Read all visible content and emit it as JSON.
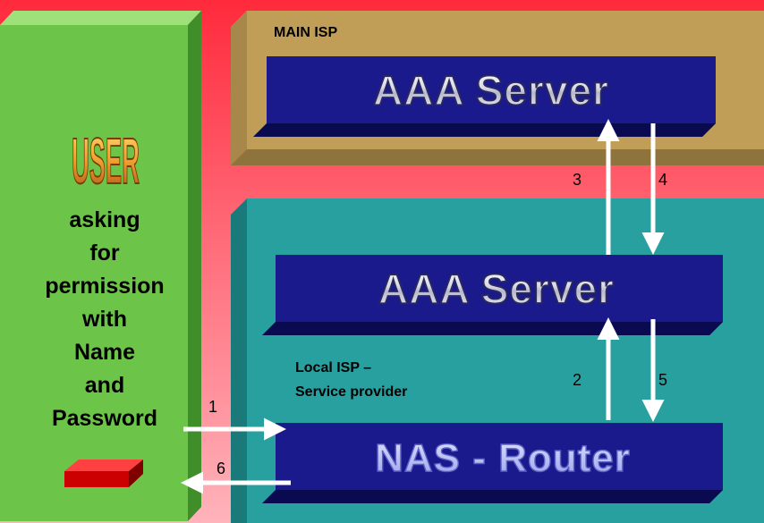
{
  "user_panel": {
    "word_art": "USER",
    "request_lines": [
      "asking",
      "for",
      "permission",
      "with",
      "Name",
      "and",
      "Password"
    ]
  },
  "main_isp": {
    "label": "MAIN ISP",
    "server_title": "AAA Server"
  },
  "local_isp": {
    "label_lines": [
      "Local ISP –",
      "Service provider"
    ],
    "server_title": "AAA Server",
    "router_title": "NAS - Router"
  },
  "flow_steps": [
    "1",
    "2",
    "3",
    "4",
    "5",
    "6"
  ],
  "colors": {
    "background_top": "#ff2a3c",
    "user_panel": "#6cc548",
    "main_isp_panel": "#c19e57",
    "local_isp_panel": "#28a0a0",
    "server_box": "#1a1a8c",
    "arrow": "#ffffff"
  },
  "icons": [
    "red-key-block-icon"
  ]
}
